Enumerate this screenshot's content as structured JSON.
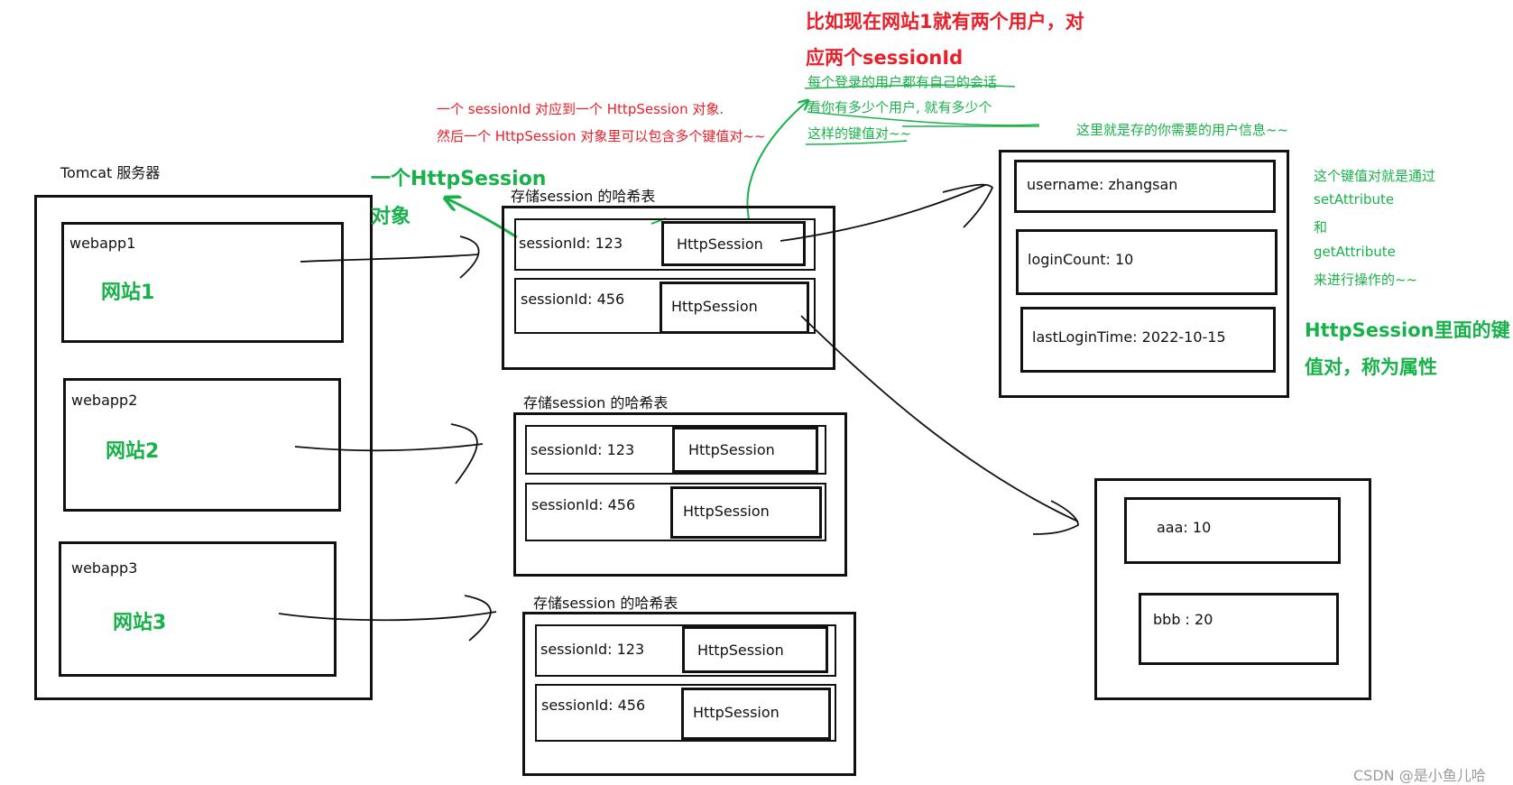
{
  "server": {
    "label": "Tomcat  服务器",
    "webapps": [
      {
        "name": "webapp1",
        "site": "网站1"
      },
      {
        "name": "webapp2",
        "site": "网站2"
      },
      {
        "name": "webapp3",
        "site": "网站3"
      }
    ]
  },
  "tables": [
    {
      "title": "存储session 的哈希表",
      "rows": [
        {
          "key": "sessionId: 123",
          "value": "HttpSession"
        },
        {
          "key": "sessionId: 456",
          "value": "HttpSession"
        }
      ]
    },
    {
      "title": "存储session 的哈希表",
      "rows": [
        {
          "key": "sessionId: 123",
          "value": "HttpSession"
        },
        {
          "key": "sessionId: 456",
          "value": "HttpSession"
        }
      ]
    },
    {
      "title": "存储session 的哈希表",
      "rows": [
        {
          "key": "sessionId: 123",
          "value": "HttpSession"
        },
        {
          "key": "sessionId: 456",
          "value": "HttpSession"
        }
      ]
    }
  ],
  "session1": {
    "attributes": [
      "username:   zhangsan",
      "loginCount: 10",
      "lastLoginTime: 2022-10-15"
    ]
  },
  "session2": {
    "attributes": [
      "aaa: 10",
      "bbb : 20"
    ]
  },
  "annotations": {
    "red_title_line1": "比如现在网站1就有两个用户，对",
    "red_title_line2": "应两个sessionId",
    "red_note_line1": "一个 sessionId 对应到一个 HttpSession 对象.",
    "red_note_line2": "然后一个 HttpSession 对象里可以包含多个键值对~~",
    "green_note_line1": "每个登录的用户都有自己的会话",
    "green_note_line2": "看你有多少个用户, 就有多少个",
    "green_note_line3": "这样的键值对~~",
    "green_user_info": "这里就是存的你需要的用户信息~~",
    "green_http_line1": "一个HttpSession",
    "green_http_line2": "对象",
    "green_kv_line1": "这个键值对就是通过",
    "green_kv_line2": "setAttribute",
    "green_kv_line3": "和",
    "green_kv_line4": "getAttribute",
    "green_kv_line5": "来进行操作的~~",
    "green_attr_line1": "HttpSession里面的键",
    "green_attr_line2": "值对，称为属性"
  },
  "watermark": "CSDN @是小鱼儿哈"
}
